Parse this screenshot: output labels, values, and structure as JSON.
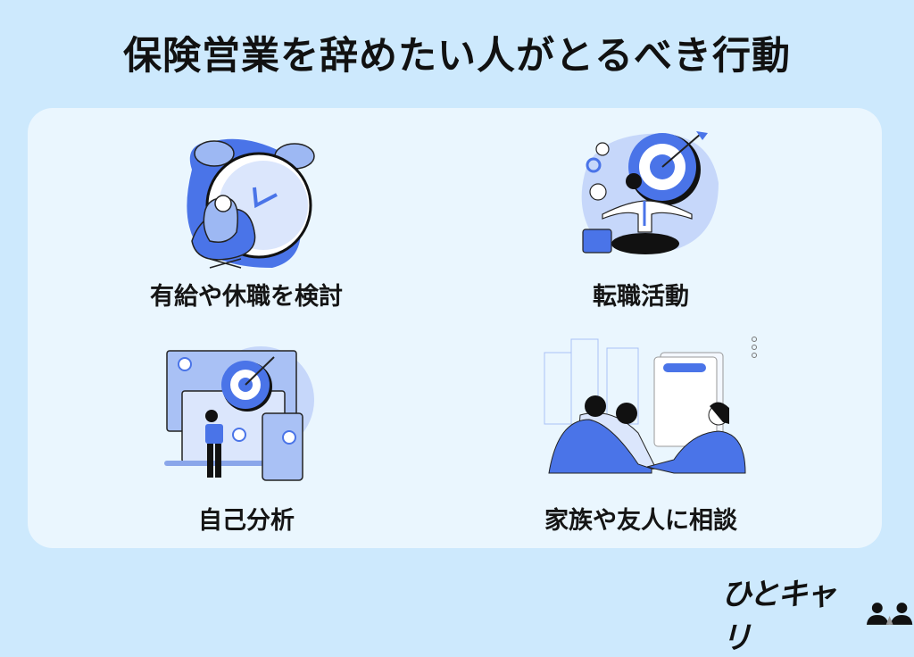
{
  "title": "保険営業を辞めたい人がとるべき行動",
  "colors": {
    "background": "#cde9fd",
    "panel": "#eaf6fe",
    "accent": "#4a74e8",
    "accent_light": "#a9c1f5",
    "text": "#111111"
  },
  "cards": [
    {
      "label": "有給や休職を検討",
      "icon": "alarm-clock-hug-icon"
    },
    {
      "label": "転職活動",
      "icon": "target-meditation-icon"
    },
    {
      "label": "自己分析",
      "icon": "target-screens-icon"
    },
    {
      "label": "家族や友人に相談",
      "icon": "handshake-meeting-icon"
    }
  ],
  "logo": {
    "text": "ひとキャリ",
    "icon": "people-icon"
  }
}
